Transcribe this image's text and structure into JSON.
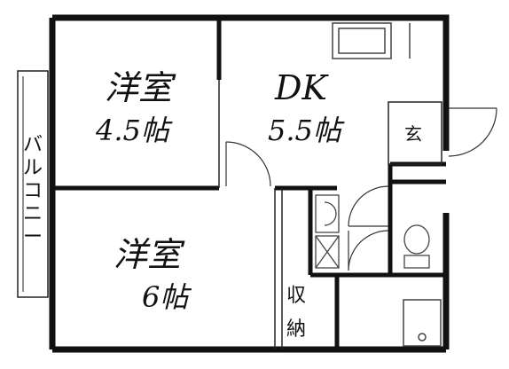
{
  "rooms": {
    "western_small": {
      "name": "洋室",
      "size": "4.5帖"
    },
    "dk": {
      "name": "DK",
      "size": "5.5帖"
    },
    "western_large": {
      "name": "洋室",
      "size": "6帖"
    },
    "entrance": {
      "name": "玄"
    },
    "closet": {
      "line1": "収",
      "line2": "納"
    },
    "balcony": {
      "c1": "バ",
      "c2": "ル",
      "c3": "コ",
      "c4": "ニ",
      "c5": "ー"
    }
  },
  "colors": {
    "wall": "#111111",
    "line": "#222222",
    "fixture": "#444444",
    "background": "#ffffff"
  }
}
